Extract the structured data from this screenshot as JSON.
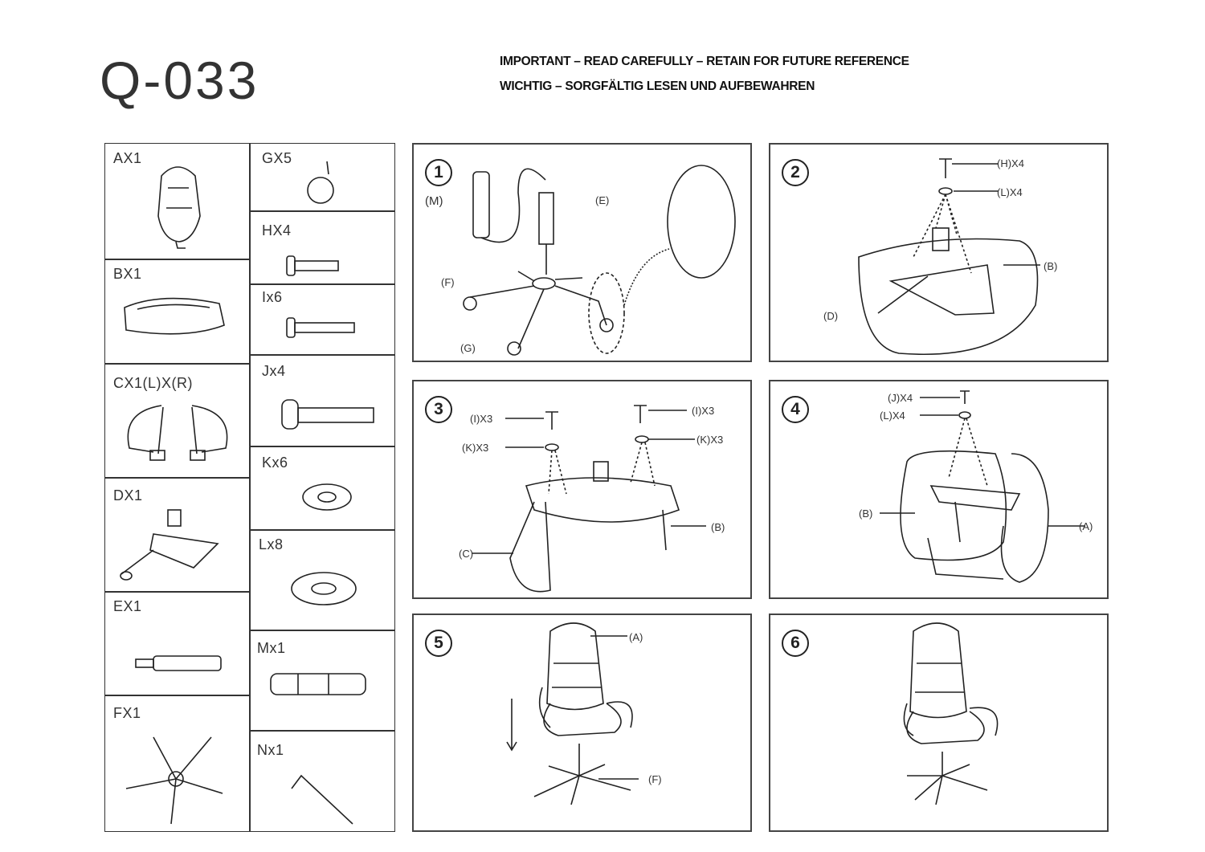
{
  "header": {
    "model": "Q-033",
    "notice_en": "IMPORTANT – READ CAREFULLY – RETAIN FOR FUTURE REFERENCE",
    "notice_de": "WICHTIG – SORGFÄLTIG LESEN UND AUFBEWAHREN"
  },
  "parts_left": [
    {
      "label": "AX1"
    },
    {
      "label": "BX1"
    },
    {
      "label": "CX1(L)X(R)"
    },
    {
      "label": "DX1"
    },
    {
      "label": "EX1"
    },
    {
      "label": "FX1"
    }
  ],
  "parts_right": [
    {
      "label": "GX5"
    },
    {
      "label": "HX4"
    },
    {
      "label": "Ix6"
    },
    {
      "label": "Jx4"
    },
    {
      "label": "Kx6"
    },
    {
      "label": "Lx8"
    },
    {
      "label": "Mx1"
    },
    {
      "label": "Nx1"
    }
  ],
  "steps": [
    {
      "number": "1",
      "callouts": [
        "(M)",
        "(E)",
        "(F)",
        "(G)"
      ]
    },
    {
      "number": "2",
      "callouts": [
        "(H)X4",
        "(L)X4",
        "(B)",
        "(D)"
      ]
    },
    {
      "number": "3",
      "callouts": [
        "(I)X3",
        "(K)X3",
        "(I)X3",
        "(K)X3",
        "(B)",
        "(C)"
      ]
    },
    {
      "number": "4",
      "callouts": [
        "(J)X4",
        "(L)X4",
        "(B)",
        "(A)"
      ]
    },
    {
      "number": "5",
      "callouts": [
        "(A)",
        "(F)"
      ]
    },
    {
      "number": "6",
      "callouts": []
    }
  ]
}
